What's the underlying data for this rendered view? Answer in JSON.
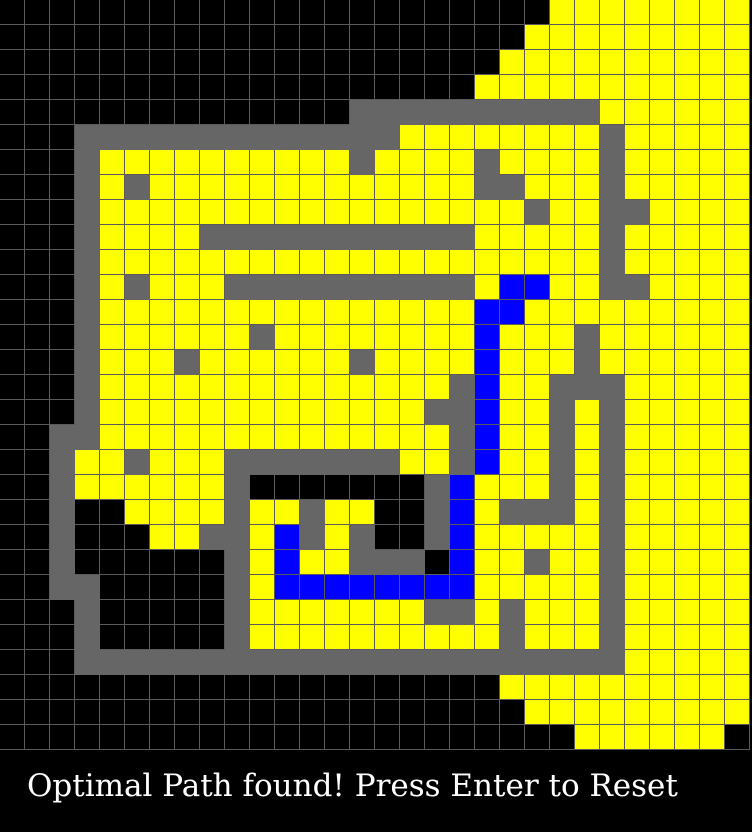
{
  "status": {
    "message": "Optimal Path found! Press Enter to Reset"
  },
  "colors": {
    "empty": "#000000",
    "wall": "#666666",
    "visited": "#ffff00",
    "path": "#0000ff",
    "gridline": "#5a5a5a"
  },
  "grid": {
    "columns": 30,
    "rows": 30,
    "legend": {
      ".": "empty",
      "#": "wall",
      "y": "visited",
      "b": "path"
    },
    "cells": [
      "......................yyyyyyyy",
      ".....................yyyyyyyyy",
      "....................yyyyyyyyyy",
      "...................yyyyyyyyyyy",
      "..............##########yyyyyy",
      "...#############yyyyyyyy#yyyyy",
      "...#yyyyyyyyyy#yyyy#yyyy#yyyyy",
      "...#y#yyyyyyyyyyyyy##yyy#yyyyy",
      "...#yyyyyyyyyyyyyyyyy#yy##yyyy",
      "...#yyyy###########yyyyy#yyyyy",
      "...#yyyyyyyyyyyyyyyyyyyy#yyyyy",
      "...#y#yyy##########ybbyy##yyyy",
      "...#yyyyyyyyyyyyyyybbyyyyyyyyy",
      "...#yyyyyy#yyyyyyyybyyy#yyyyyy",
      "...#yyy#yyyyyy#yyyybyyy#yyyyyy",
      "...#yyyyyyyyyyyyyy#byy###yyyyy",
      "...#yyyyyyyyyyyyy##byy#y#yyyyy",
      "..##yyyyyyyyyyyyyy#byy#y#yyyyy",
      "..#yy#yyy#######yy#byy#y#yyyyy",
      "..#yyyyyy#.......#byyy#y#yyyyy",
      "..#..yyyy#yy#yy..#by###y#yyyyy",
      "..#...yy##yb#y#..#byyyyy#yyyyy",
      "..#......#ybyy###.byy#yy#yyyyy",
      "..##.....#ybbbbbbbbyyyyy#yyyyy",
      "...#.....#yyyyyyy##y#yyy#yyyyy",
      "...#.....#yyyyyyyyyy#yyy#yyyyy",
      "...######################yyyyy",
      "....................yyyyyyyyyy",
      ".....................yyyyyyyyy",
      ".......................yyyyyy."
    ]
  }
}
